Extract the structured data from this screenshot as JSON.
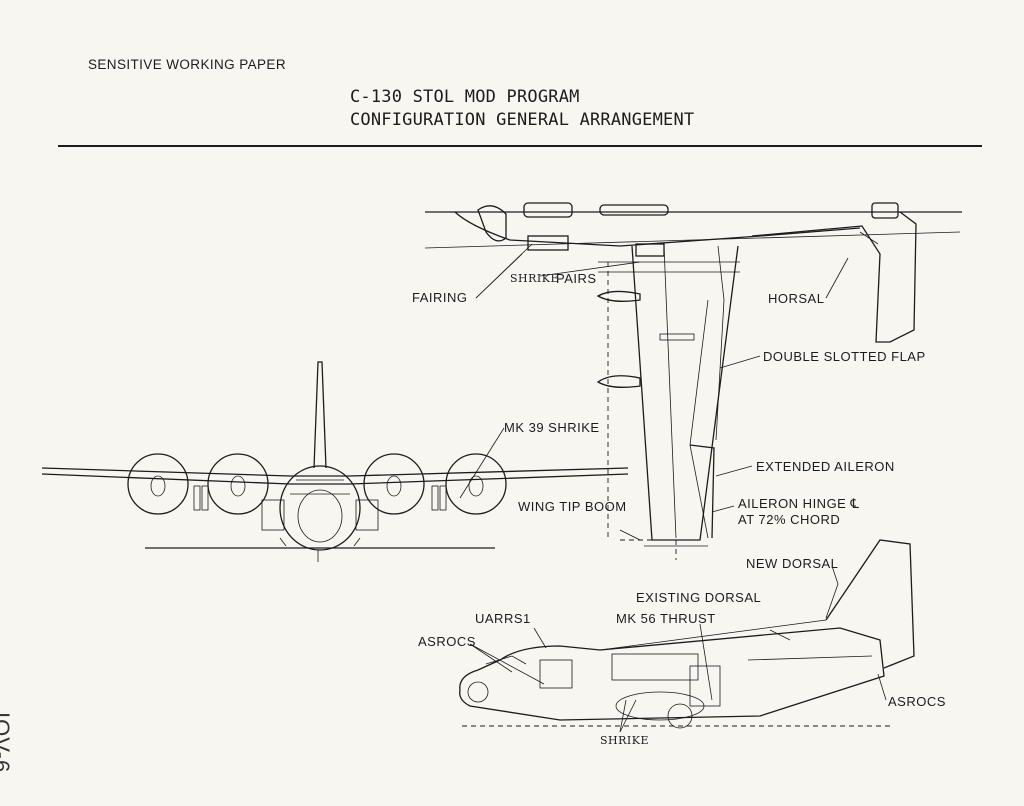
{
  "header": {
    "classification": "SENSITIVE WORKING PAPER",
    "title_line1": "C-130 STOL MOD PROGRAM",
    "title_line2": "CONFIGURATION GENERAL ARRANGEMENT"
  },
  "labels": {
    "fairing": "FAIRING",
    "shrike_pairs_a": "SHRIKE",
    "shrike_pairs_b": "PAIRS",
    "horsal": "HORSAL",
    "double_slotted_flap": "DOUBLE SLOTTED FLAP",
    "mk39_shrike": "MK 39 SHRIKE",
    "extended_aileron": "EXTENDED AILERON",
    "wing_tip_boom": "WING TIP BOOM",
    "aileron_hinge_1": "AILERON HINGE ℄",
    "aileron_hinge_2": "AT 72% CHORD",
    "new_dorsal": "NEW DORSAL",
    "existing_dorsal": "EXISTING DORSAL",
    "mk56_thrust": "MK 56 THRUST",
    "uarrs1": "UARRS1",
    "asrocs_front": "ASROCS",
    "asrocs_tail": "ASROCS",
    "shrike_bottom": "SHRIKE"
  },
  "margin_note": "IOV-6"
}
